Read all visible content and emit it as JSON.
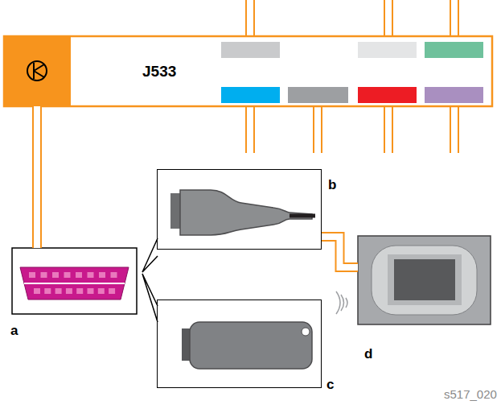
{
  "diagram": {
    "nodes": [
      {
        "text": [
          "J533"
        ]
      },
      {
        "text": [
          "a"
        ]
      },
      {
        "text": [
          "b"
        ]
      },
      {
        "text": [
          "c"
        ]
      },
      {
        "text": [
          "d"
        ]
      }
    ],
    "edges": [
      {
        "from": 0,
        "to": 1,
        "arrow": "none"
      },
      {
        "from": 2,
        "to": 4,
        "arrow": "none"
      }
    ],
    "labels": [
      "s517_020"
    ]
  }
}
